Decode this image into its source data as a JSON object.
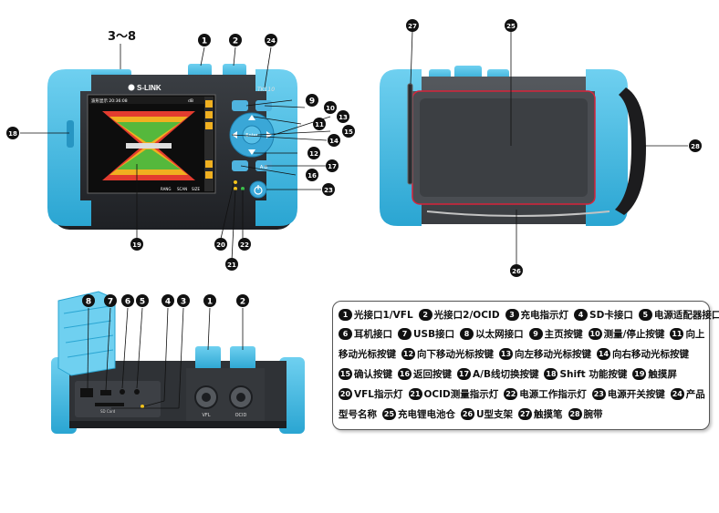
{
  "callouts": {
    "c1": "1",
    "c2": "2",
    "c3_8": "3～8",
    "c9": "9",
    "c10": "10",
    "c11": "11",
    "c12": "12",
    "c13": "13",
    "c14": "14",
    "c15": "15",
    "c16": "16",
    "c17": "17",
    "c18": "18",
    "c19": "19",
    "c20": "20",
    "c21": "21",
    "c22": "22",
    "c23": "23",
    "c24": "24",
    "c25": "25",
    "c26": "26",
    "c27": "27",
    "c28": "28",
    "side_c1": "1",
    "side_c2": "2",
    "side_c3": "3",
    "side_c4": "4",
    "side_c5": "5",
    "side_c6": "6",
    "side_c7": "7",
    "side_c8": "8"
  },
  "device": {
    "brand": "S-LINK",
    "model": "TK110",
    "port_vfl": "VFL",
    "port_ocid": "OCID",
    "key_enter": "Enter",
    "key_ab": "A-B",
    "sd_label": "SD Card"
  },
  "screen": {
    "header_left": "波形显示  20:36:08",
    "header_right": "dB",
    "footer_left": "RANG",
    "footer_mid": "SCAN",
    "footer_right": "SIZE"
  },
  "legend": {
    "rows": [
      [
        {
          "num": "1",
          "text": "光接口1/VFL"
        },
        {
          "num": "2",
          "text": "光接口2/OCID"
        },
        {
          "num": "3",
          "text": "充电指示灯"
        },
        {
          "num": "4",
          "text": "SD卡接口"
        },
        {
          "num": "5",
          "text": "电源适配器接口"
        }
      ],
      [
        {
          "num": "6",
          "text": "耳机接口"
        },
        {
          "num": "7",
          "text": "USB接口"
        },
        {
          "num": "8",
          "text": "以太网接口"
        },
        {
          "num": "9",
          "text": "主页按键"
        },
        {
          "num": "10",
          "text": "测量/停止按键"
        },
        {
          "num": "11",
          "text": "向上"
        }
      ],
      [
        {
          "num": "",
          "text": "移动光标按键"
        },
        {
          "num": "12",
          "text": "向下移动光标按键"
        },
        {
          "num": "13",
          "text": "向左移动光标按键"
        },
        {
          "num": "14",
          "text": "向右移动光标按键"
        }
      ],
      [
        {
          "num": "15",
          "text": "确认按键"
        },
        {
          "num": "16",
          "text": "返回按键"
        },
        {
          "num": "17",
          "text": "A/B线切换按键"
        },
        {
          "num": "18",
          "text": "Shift 功能按键"
        },
        {
          "num": "19",
          "text": "触摸屏"
        }
      ],
      [
        {
          "num": "20",
          "text": "VFL指示灯"
        },
        {
          "num": "21",
          "text": "OCID测量指示灯"
        },
        {
          "num": "22",
          "text": "电源工作指示灯"
        },
        {
          "num": "23",
          "text": "电源开关按键"
        },
        {
          "num": "24",
          "text": "产品"
        }
      ],
      [
        {
          "num": "",
          "text": "型号名称"
        },
        {
          "num": "25",
          "text": "充电锂电池仓"
        },
        {
          "num": "26",
          "text": "U型支架"
        },
        {
          "num": "27",
          "text": "触摸笔"
        },
        {
          "num": "28",
          "text": "腕带"
        }
      ]
    ]
  },
  "colors": {
    "bumper": "#3fb6e0",
    "bumper_dark": "#1f8fbd",
    "body": "#2a2d31",
    "screen_bg": "#111111",
    "accent_red": "#d8233a",
    "label_green": "#3bb54a"
  }
}
